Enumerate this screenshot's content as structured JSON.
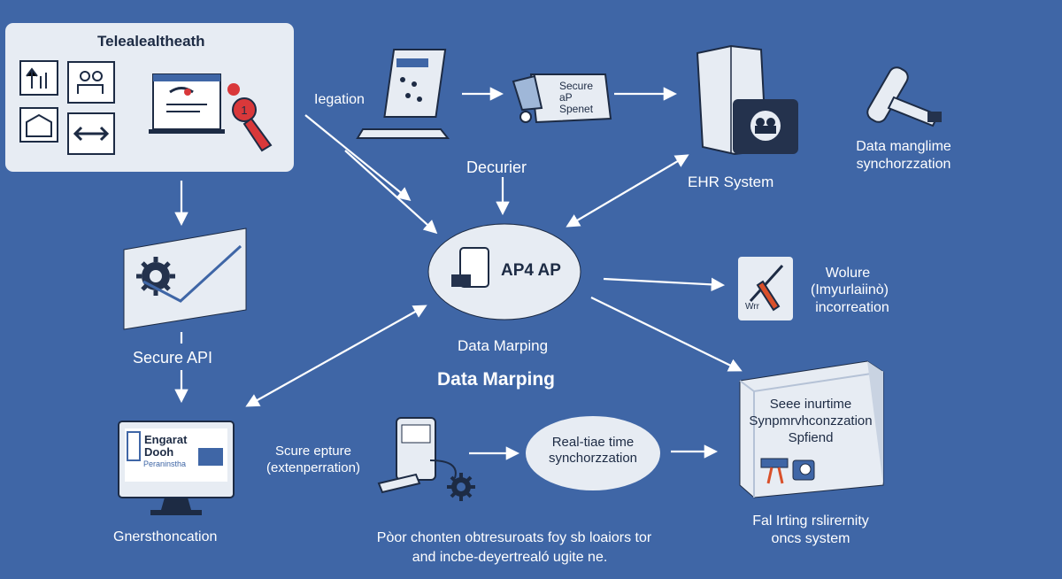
{
  "colors": {
    "background": "#3f66a6",
    "panel": "#e7ecf3",
    "arrow": "#ffffff",
    "accent_red": "#d9383a",
    "dark_ink": "#1d2b44"
  },
  "nodes": {
    "telehealth": {
      "title": "Telealealtheath"
    },
    "integration": {
      "label": "Iegation"
    },
    "secure_api_box": {
      "line1": "Secure",
      "line2": "aP",
      "line3": "Spenet"
    },
    "ehr": {
      "label": "EHR System"
    },
    "data_sync_top": {
      "line1": "Data manglime",
      "line2": "synchorzzation"
    },
    "decurier": {
      "label": "Decurier"
    },
    "api_hub": {
      "label": "AP4 AP"
    },
    "data_mapping_small": {
      "label": "Data Marping"
    },
    "data_mapping_big": {
      "label": "Data Marping"
    },
    "volume": {
      "line1": "Wolure",
      "line2": "(Imyurlaiinò)",
      "line3": "incorreation",
      "icon_text": "Wrr"
    },
    "secure_api_left": {
      "label": "Secure API"
    },
    "monitor": {
      "line1": "Engarat",
      "line2": "Dooh",
      "line3": "Peraninstha",
      "caption": "Gnersthoncation"
    },
    "secure_capture": {
      "line1": "Scure epture",
      "line2": "(extenperration)"
    },
    "realtime_sync": {
      "line1": "Real-tiae time",
      "line2": "synchorzzation"
    },
    "server_box": {
      "line1": "Seee inurtime",
      "line2": "Synpmrvhconzzation",
      "line3": "Spfiend"
    },
    "failing_system": {
      "line1": "Fal Irting rslirernity",
      "line2": "oncs system"
    },
    "footer": {
      "line1": "Pòor chonten obtresuroats foy sb loaiors tor",
      "line2": "and incbe-deyertrealó ugite ne."
    }
  },
  "icons": [
    "upload-chart-icon",
    "people-icon",
    "building-icon",
    "swap-arrows-icon",
    "presentation-icon",
    "pin-icon",
    "laptop-icon",
    "funnel-icon",
    "ehr-server-icon",
    "lock-icon",
    "network-cable-icon",
    "tablet-icon",
    "pen-tool-icon",
    "gear-chart-icon",
    "monitor-icon",
    "mobile-device-icon",
    "gear-icon",
    "server-cube-icon"
  ]
}
